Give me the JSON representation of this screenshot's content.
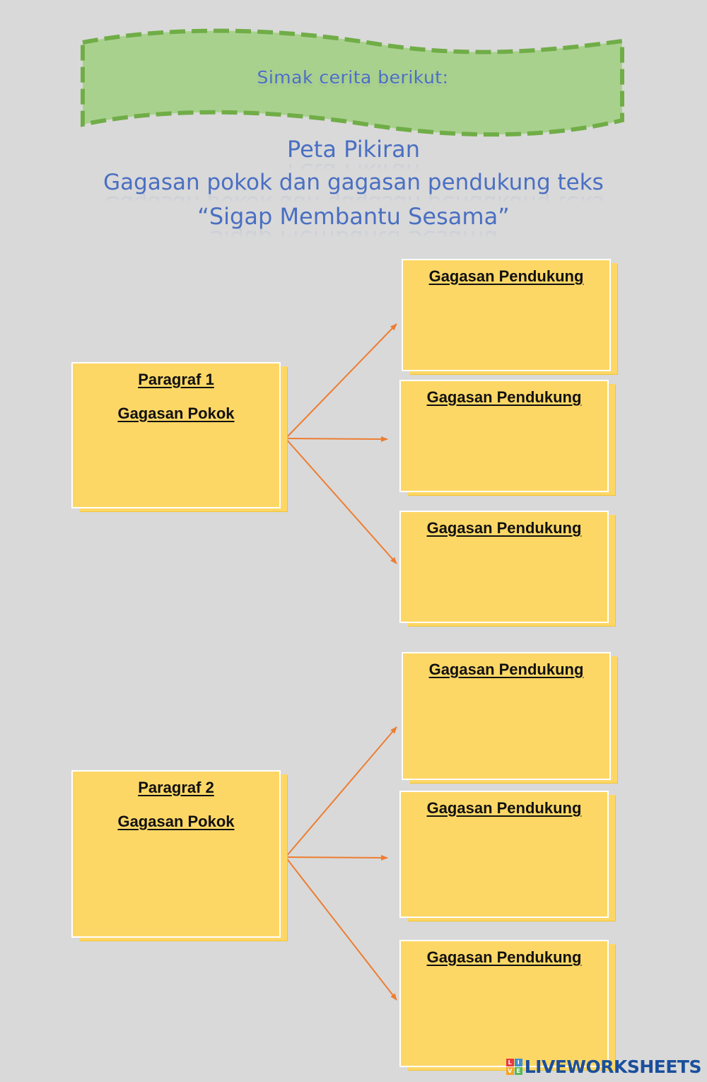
{
  "banner": {
    "text": "Simak cerita berikut:",
    "fill_color": "#a9d18e",
    "border_color": "#70ad47"
  },
  "heading": {
    "line1": "Peta Pikiran",
    "line2": "Gagasan pokok dan gagasan pendukung teks",
    "line3": "“Sigap Membantu Sesama”",
    "color": "#4a6fc2"
  },
  "colors": {
    "box_fill": "#fdd766",
    "arrow": "#ed7d31",
    "background": "#d9d9d9"
  },
  "groups": [
    {
      "main": {
        "title": "Paragraf 1",
        "subtitle": "Gagasan Pokok"
      },
      "supports": [
        {
          "label": "Gagasan Pendukung"
        },
        {
          "label": "Gagasan Pendukung"
        },
        {
          "label": "Gagasan Pendukung"
        }
      ]
    },
    {
      "main": {
        "title": "Paragraf 2",
        "subtitle": "Gagasan Pokok"
      },
      "supports": [
        {
          "label": "Gagasan Pendukung"
        },
        {
          "label": "Gagasan Pendukung"
        },
        {
          "label": "Gagasan Pendukung"
        }
      ]
    }
  ],
  "watermark": {
    "logo_letters": [
      "L",
      "I",
      "V",
      "E"
    ],
    "text": "LIVEWORKSHEETS"
  }
}
